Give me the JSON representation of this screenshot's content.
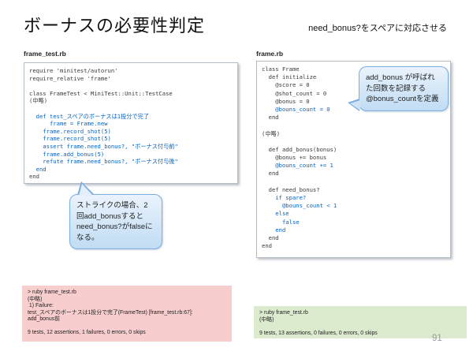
{
  "header": {
    "title": "ボーナスの必要性判定",
    "subtitle": "need_bonus?をスペアに対応させる"
  },
  "left_code": {
    "filename": "frame_test.rb",
    "lines": [
      {
        "text": "require 'minitest/autorun'",
        "hl": false
      },
      {
        "text": "require_relative 'frame'",
        "hl": false
      },
      {
        "text": "",
        "hl": false
      },
      {
        "text": "class FrameTest < MiniTest::Unit::TestCase",
        "hl": false
      },
      {
        "text": "(中略)",
        "hl": false
      },
      {
        "text": "",
        "hl": false
      },
      {
        "text": "  def test_スペアのボーナスは1投分で完了",
        "hl": true
      },
      {
        "text": "      frame = Frame.new",
        "hl": true
      },
      {
        "text": "    frame.record_shot(5)",
        "hl": true
      },
      {
        "text": "    frame.record_shot(5)",
        "hl": true
      },
      {
        "text": "    assert frame.need_bonus?, \"ボーナス付与前\"",
        "hl": true
      },
      {
        "text": "    frame.add_bonus(5)",
        "hl": true
      },
      {
        "text": "    refute frame.need_bonus?, \"ボーナス付与後\"",
        "hl": true
      },
      {
        "text": "  end",
        "hl": true
      },
      {
        "text": "end",
        "hl": false
      }
    ]
  },
  "right_code": {
    "filename": "frame.rb",
    "lines": [
      {
        "text": "class Frame",
        "hl": false
      },
      {
        "text": "  def initialize",
        "hl": false
      },
      {
        "text": "    @score = 0",
        "hl": false
      },
      {
        "text": "    @shot_count = 0",
        "hl": false
      },
      {
        "text": "    @bonus = 0",
        "hl": false
      },
      {
        "text": "    @bouns_count = 0",
        "hl": true
      },
      {
        "text": "  end",
        "hl": false
      },
      {
        "text": "",
        "hl": false
      },
      {
        "text": "(中略)",
        "hl": false
      },
      {
        "text": "",
        "hl": false
      },
      {
        "text": "  def add_bonus(bonus)",
        "hl": false
      },
      {
        "text": "    @bonus += bonus",
        "hl": false
      },
      {
        "text": "    @bouns_count += 1",
        "hl": true
      },
      {
        "text": "  end",
        "hl": false
      },
      {
        "text": "",
        "hl": false
      },
      {
        "text": "  def need_bonus?",
        "hl": false
      },
      {
        "text": "    if spare?",
        "hl": true
      },
      {
        "text": "      @bouns_count < 1",
        "hl": true
      },
      {
        "text": "    else",
        "hl": true
      },
      {
        "text": "      false",
        "hl": true
      },
      {
        "text": "    end",
        "hl": true
      },
      {
        "text": "  end",
        "hl": false
      },
      {
        "text": "end",
        "hl": false
      }
    ]
  },
  "callouts": {
    "bonus_count": "add_bonus が呼ばれた回数を記録する@bonus_countを定義",
    "strike_case": "ストライクの場合、2回add_bonusするとneed_bonus?がfalseになる。"
  },
  "terminal_fail": {
    "lines": [
      "> ruby frame_test.rb",
      "(中略)",
      " 1) Failure:",
      "test_スペアのボーナスは1投分で完了(FrameTest) [frame_test.rb:67]:",
      "add_bonus前",
      "",
      "9 tests, 12 assertions, 1 failures, 0 errors, 0 skips"
    ]
  },
  "terminal_pass": {
    "lines": [
      "> ruby frame_test.rb",
      "(中略)",
      "",
      "9 tests, 13 assertions, 0 failures, 0 errors, 0 skips"
    ]
  },
  "page_number": "91",
  "colors": {
    "code_highlight": "#0563c1",
    "code_default": "#3a3a3a",
    "bubble_border": "#7aade0",
    "bubble_fill_top": "#eaf3fc",
    "bubble_fill_bottom": "#c1dcf4",
    "terminal_fail_bg": "#f8cdcd",
    "terminal_pass_bg": "#dcebcd"
  }
}
